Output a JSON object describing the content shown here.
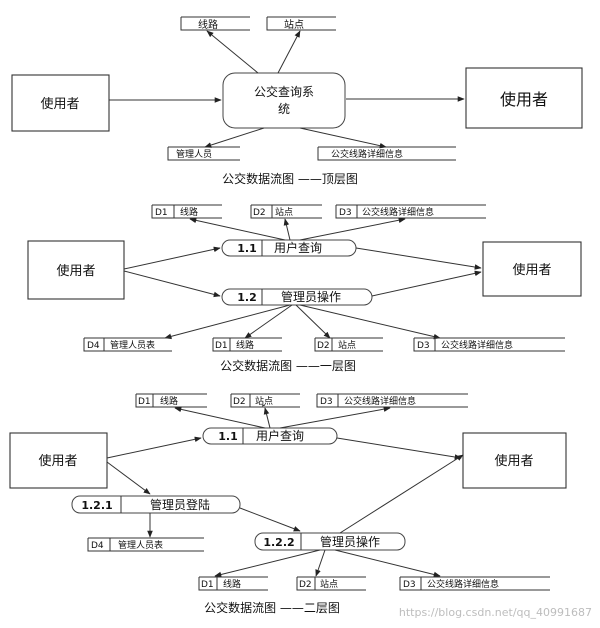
{
  "top": {
    "entity_left": "使用者",
    "entity_right": "使用者",
    "system_line1": "公交查询系",
    "system_line2": "统",
    "store_route": "线路",
    "store_station": "站点",
    "store_admin": "管理人员",
    "store_detail": "公交线路详细信息",
    "caption": "公交数据流图 ——顶层图"
  },
  "level1": {
    "entity_left": "使用者",
    "entity_right": "使用者",
    "proc1_id": "1.1",
    "proc1_name": "用户查询",
    "proc2_id": "1.2",
    "proc2_name": "管理员操作",
    "stores_top": [
      {
        "id": "D1",
        "name": "线路"
      },
      {
        "id": "D2",
        "name": "站点"
      },
      {
        "id": "D3",
        "name": "公交线路详细信息"
      }
    ],
    "stores_bottom": [
      {
        "id": "D4",
        "name": "管理人员表"
      },
      {
        "id": "D1",
        "name": "线路"
      },
      {
        "id": "D2",
        "name": "站点"
      },
      {
        "id": "D3",
        "name": "公交线路详细信息"
      }
    ],
    "caption": "公交数据流图 ——一层图"
  },
  "level2": {
    "entity_left": "使用者",
    "entity_right": "使用者",
    "proc1_id": "1.1",
    "proc1_name": "用户查询",
    "proc21_id": "1.2.1",
    "proc21_name": "管理员登陆",
    "proc22_id": "1.2.2",
    "proc22_name": "管理员操作",
    "stores_top": [
      {
        "id": "D1",
        "name": "线路"
      },
      {
        "id": "D2",
        "name": "站点"
      },
      {
        "id": "D3",
        "name": "公交线路详细信息"
      }
    ],
    "store_admin": {
      "id": "D4",
      "name": "管理人员表"
    },
    "stores_bottom": [
      {
        "id": "D1",
        "name": "线路"
      },
      {
        "id": "D2",
        "name": "站点"
      },
      {
        "id": "D3",
        "name": "公交线路详细信息"
      }
    ],
    "caption": "公交数据流图 ——二层图"
  },
  "watermark": "https://blog.csdn.net/qq_40991687"
}
